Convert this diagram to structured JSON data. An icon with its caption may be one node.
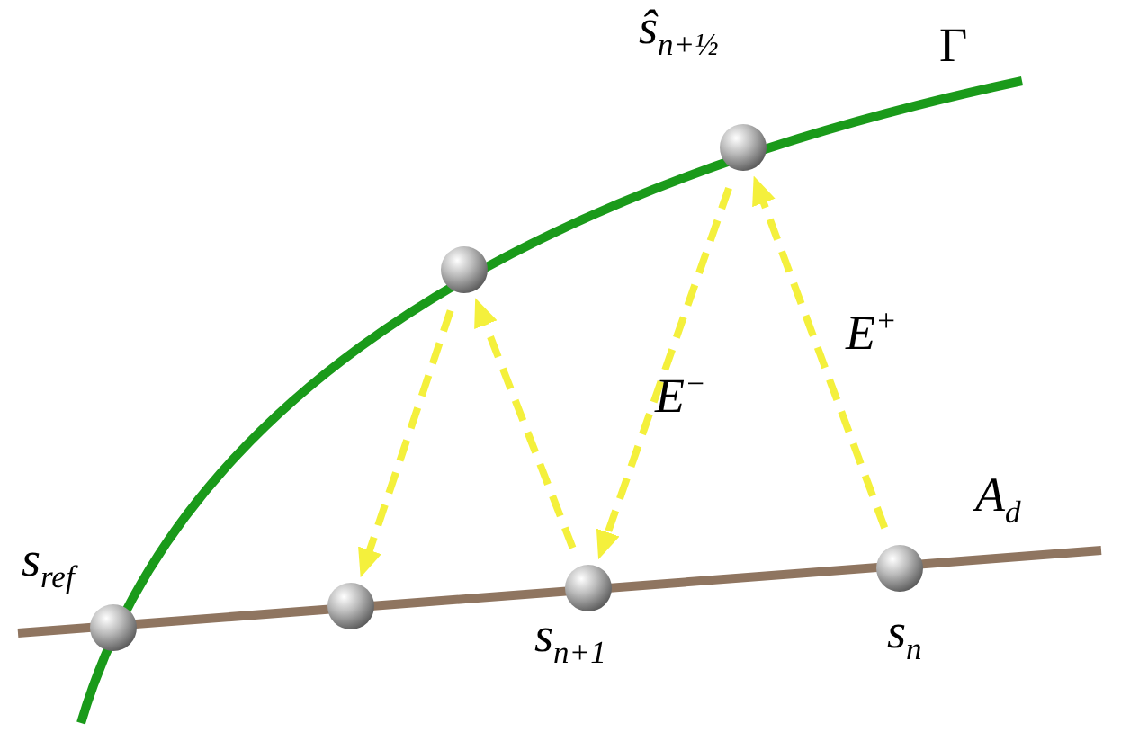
{
  "diagram": {
    "nodes": [
      {
        "text": [],
        "shape": "circle",
        "beside": [
          "ŝ$_{n+½}$"
        ]
      },
      {
        "text": [],
        "shape": "circle"
      },
      {
        "text": [],
        "shape": "circle",
        "beside": [
          "s$_{ref}$"
        ]
      },
      {
        "text": [],
        "shape": "circle"
      },
      {
        "text": [],
        "shape": "circle",
        "beside": [
          "s$_{n+1}$"
        ]
      },
      {
        "text": [],
        "shape": "circle",
        "beside": [
          "s$_{n}$"
        ]
      }
    ],
    "edges": [
      {
        "from": 5,
        "to": 0,
        "arrow": "to",
        "label": "E$^{+}$",
        "style": "dashed"
      },
      {
        "from": 0,
        "to": 4,
        "arrow": "to",
        "label": "E$^{−}$",
        "style": "dashed"
      },
      {
        "from": 4,
        "to": 1,
        "arrow": "to",
        "style": "dashed"
      },
      {
        "from": 1,
        "to": 3,
        "arrow": "to",
        "style": "dashed"
      }
    ],
    "labels": [
      "Γ",
      "A$_{d}$"
    ]
  }
}
